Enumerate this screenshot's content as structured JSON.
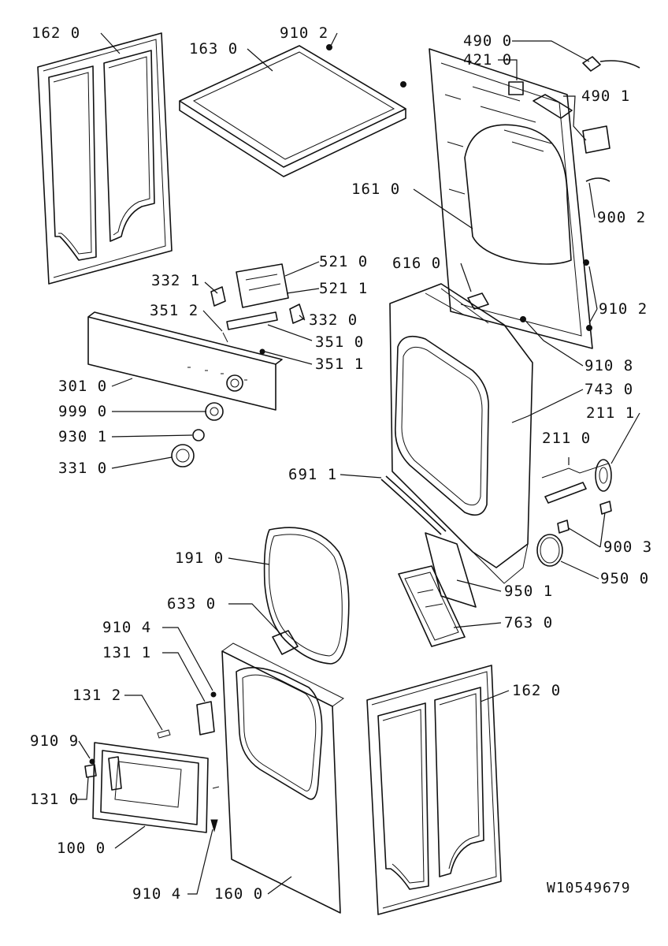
{
  "labels": {
    "l1620a": "162 0",
    "l1630": "163 0",
    "l9102a": "910 2",
    "l4900": "490 0",
    "l4210": "421 0",
    "l4901": "490 1",
    "l1610": "161 0",
    "l9002": "900 2",
    "l5210": "521 0",
    "l5211": "521 1",
    "l3321": "332 1",
    "l3320": "332 0",
    "l3512": "351 2",
    "l3510": "351 0",
    "l3511": "351 1",
    "l3010": "301 0",
    "l9990": "999 0",
    "l9301": "930 1",
    "l3310": "331 0",
    "l6160": "616 0",
    "l9102b": "910 2",
    "l9108": "910 8",
    "l7430": "743 0",
    "l2111": "211 1",
    "l2110": "211 0",
    "l6911": "691 1",
    "l9003": "900 3",
    "l9500": "950 0",
    "l9501": "950 1",
    "l1910": "191 0",
    "l6330": "633 0",
    "l7630": "763 0",
    "l9104a": "910 4",
    "l1311": "131 1",
    "l1620b": "162 0",
    "l1312": "131 2",
    "l9109": "910 9",
    "l1310": "131 0",
    "l1000": "100 0",
    "l9104b": "910 4",
    "l1600": "160 0"
  },
  "drawing_code": "W10549679"
}
